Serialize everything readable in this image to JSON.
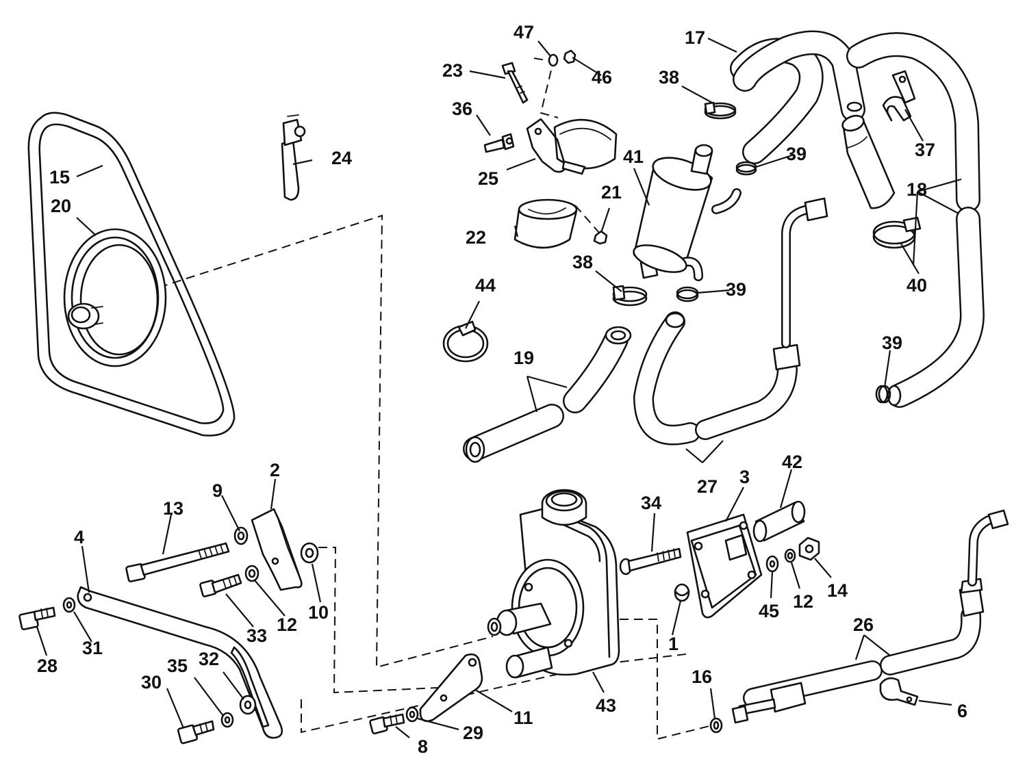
{
  "labels": {
    "p1": "1",
    "p2": "2",
    "p3": "3",
    "p4": "4",
    "p6": "6",
    "p8": "8",
    "p9": "9",
    "p10": "10",
    "p11": "11",
    "p12a": "12",
    "p12b": "12",
    "p13": "13",
    "p14": "14",
    "p15": "15",
    "p16": "16",
    "p17": "17",
    "p18": "18",
    "p19": "19",
    "p20": "20",
    "p21": "21",
    "p22": "22",
    "p23": "23",
    "p24": "24",
    "p25": "25",
    "p26": "26",
    "p27": "27",
    "p28": "28",
    "p29": "29",
    "p30": "30",
    "p31": "31",
    "p32": "32",
    "p33": "33",
    "p34": "34",
    "p35": "35",
    "p36": "36",
    "p37": "37",
    "p38a": "38",
    "p38b": "38",
    "p39a": "39",
    "p39b": "39",
    "p39c": "39",
    "p40": "40",
    "p41": "41",
    "p42": "42",
    "p43": "43",
    "p44": "44",
    "p45": "45",
    "p46": "46",
    "p47": "47"
  },
  "colors": {
    "ink": "#111111",
    "paper": "#ffffff"
  }
}
